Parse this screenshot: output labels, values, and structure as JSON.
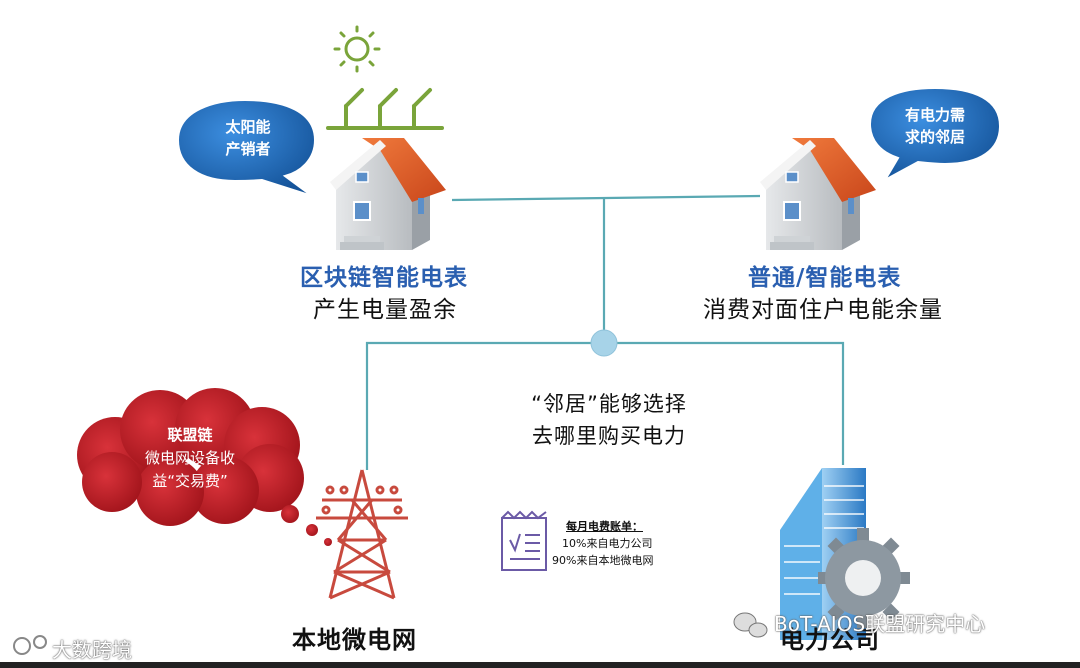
{
  "bubble_left": {
    "line1": "太阳能",
    "line2": "产销者"
  },
  "bubble_right": {
    "line1": "有电力需",
    "line2": "求的邻居"
  },
  "meter_left": {
    "title": "区块链智能电表",
    "subtitle": "产生电量盈余"
  },
  "meter_right": {
    "title": "普通/智能电表",
    "subtitle": "消费对面住户电能余量"
  },
  "center": {
    "line1": "“邻居”能够选择",
    "line2": "去哪里购买电力"
  },
  "cloud": {
    "title": "联盟链",
    "line2": "微电网设备收",
    "line3": "益“交易费”"
  },
  "bill": {
    "title": "每月电费账单：",
    "line1": "10%来自电力公司",
    "line2": "90%来自本地微电网"
  },
  "labels": {
    "microgrid": "本地微电网",
    "utility": "电力公司"
  },
  "watermarks": {
    "left": "大数跨境",
    "right": "BoT-AIOS联盟研究中心"
  },
  "colors": {
    "bubble_blue": "#1f6fc2",
    "roof_orange": "#e8642a",
    "line_teal": "#5aa9b3",
    "cloud_red": "#b81e26",
    "tower_red": "#c84a3e",
    "building_blue": "#3a8fd6",
    "gear_gray": "#7f8a93",
    "meter_title_blue": "#2a5fb0"
  }
}
